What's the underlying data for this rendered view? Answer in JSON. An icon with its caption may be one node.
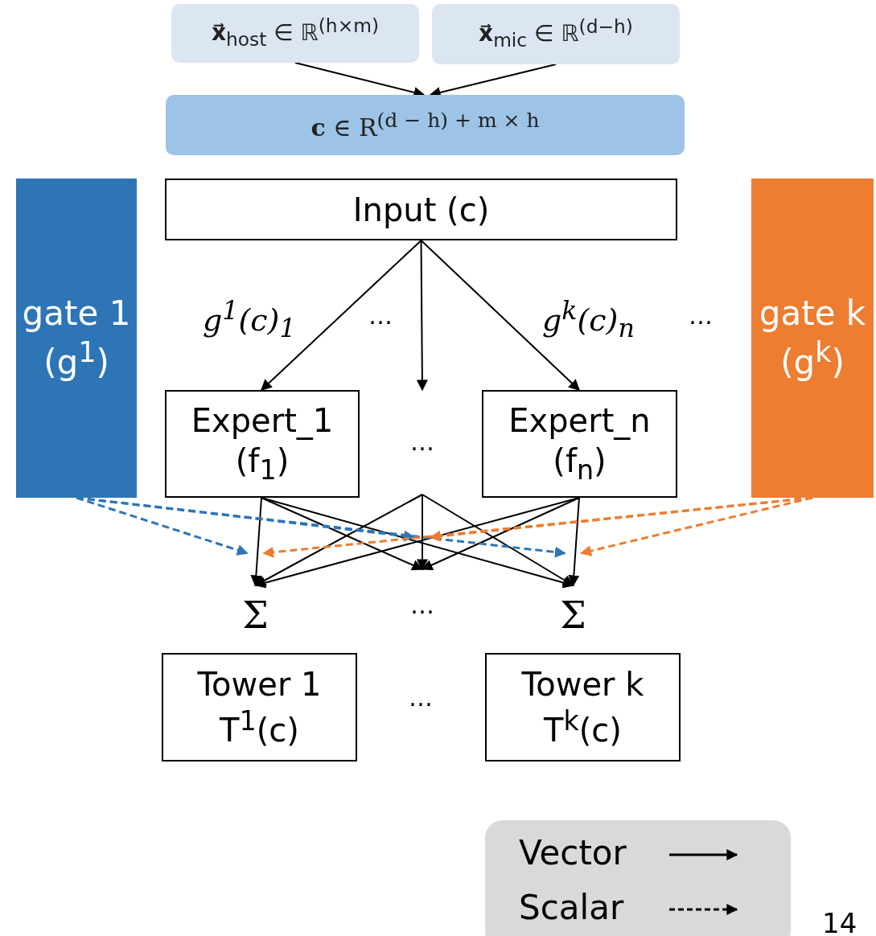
{
  "diagram": {
    "nodes": [
      {
        "text": [
          "**x⃗**$_{host}$ ∈ ℝ$^{(h×m)}$"
        ]
      },
      {
        "text": [
          "**x⃗**$_{mic}$ ∈ ℝ$^{(d−h)}$"
        ]
      },
      {
        "text": [
          "**c** ∈ R$^{(d − h) + m × h}$"
        ]
      },
      {
        "text": [
          "gate 1 (g$^{1}$)"
        ]
      },
      {
        "text": [
          "Input (c)"
        ]
      },
      {
        "text": [
          "gate k (g$^{k}$)"
        ]
      },
      {
        "text": [
          "Expert_1 (f$_{1}$)"
        ]
      },
      {
        "text": [
          "…"
        ]
      },
      {
        "text": [
          "Expert_n (f$_{n}$)"
        ]
      },
      {
        "text": [
          "Σ"
        ]
      },
      {
        "text": [
          "…"
        ]
      },
      {
        "text": [
          "Σ"
        ]
      },
      {
        "text": [
          "Tower 1 T$^{1}$(c)"
        ]
      },
      {
        "text": [
          "Tower k T$^{k}$(c)"
        ]
      }
    ],
    "edges": [
      {
        "from": 0,
        "to": 2,
        "arrow": "to"
      },
      {
        "from": 1,
        "to": 2,
        "arrow": "to"
      },
      {
        "from": 4,
        "to": 6,
        "arrow": "to",
        "label": "g$^{1}$(c)$_{1}$"
      },
      {
        "from": 4,
        "to": 7,
        "arrow": "to"
      },
      {
        "from": 4,
        "to": 8,
        "arrow": "to",
        "label": "g$^{k}$(c)$_{n}$"
      },
      {
        "from": 6,
        "to": 9,
        "arrow": "to"
      },
      {
        "from": 6,
        "to": 10,
        "arrow": "to"
      },
      {
        "from": 6,
        "to": 11,
        "arrow": "to"
      },
      {
        "from": 7,
        "to": 9,
        "arrow": "to"
      },
      {
        "from": 7,
        "to": 10,
        "arrow": "to"
      },
      {
        "from": 7,
        "to": 11,
        "arrow": "to"
      },
      {
        "from": 8,
        "to": 9,
        "arrow": "to"
      },
      {
        "from": 8,
        "to": 10,
        "arrow": "to"
      },
      {
        "from": 8,
        "to": 11,
        "arrow": "to"
      },
      {
        "from": 3,
        "to": 9,
        "arrow": "to",
        "style": "dashed",
        "color": "#2e75b6"
      },
      {
        "from": 3,
        "to": 10,
        "arrow": "to",
        "style": "dashed",
        "color": "#2e75b6"
      },
      {
        "from": 3,
        "to": 11,
        "arrow": "to",
        "style": "dashed",
        "color": "#2e75b6"
      },
      {
        "from": 5,
        "to": 9,
        "arrow": "to",
        "style": "dashed",
        "color": "#ed7d31"
      },
      {
        "from": 5,
        "to": 10,
        "arrow": "to",
        "style": "dashed",
        "color": "#ed7d31"
      },
      {
        "from": 5,
        "to": 11,
        "arrow": "to",
        "style": "dashed",
        "color": "#ed7d31"
      }
    ],
    "labels": [
      "…",
      "…",
      "…",
      "14"
    ],
    "legend": [
      {
        "text": "Vector"
      },
      {
        "text": "Scalar"
      }
    ]
  }
}
